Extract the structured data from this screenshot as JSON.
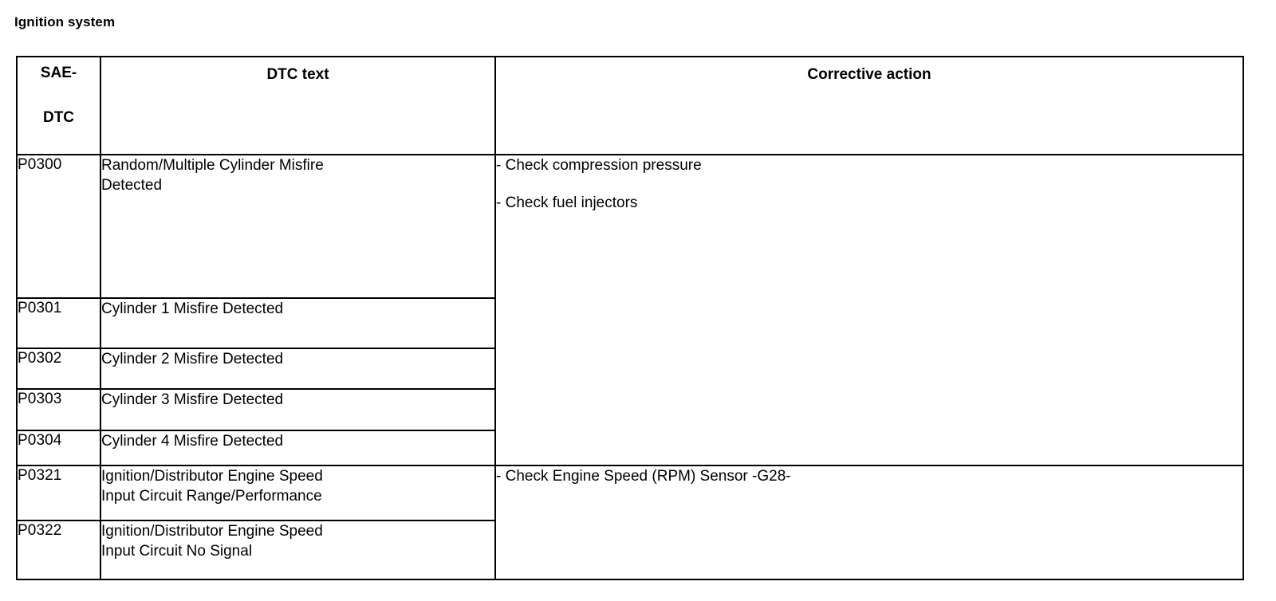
{
  "page": {
    "title": "Ignition system"
  },
  "table": {
    "headers": {
      "sae_dtc_line1": "SAE-",
      "sae_dtc_line2": "DTC",
      "dtc_text": "DTC text",
      "corrective_action": "Corrective action"
    },
    "rows": [
      {
        "code": "P0300",
        "dtc_text_line1": "Random/Multiple Cylinder Misfire",
        "dtc_text_line2": "Detected"
      },
      {
        "code": "P0301",
        "dtc_text_line1": "Cylinder 1 Misfire Detected",
        "dtc_text_line2": ""
      },
      {
        "code": "P0302",
        "dtc_text_line1": "Cylinder 2 Misfire Detected",
        "dtc_text_line2": ""
      },
      {
        "code": "P0303",
        "dtc_text_line1": "Cylinder 3 Misfire Detected",
        "dtc_text_line2": ""
      },
      {
        "code": "P0304",
        "dtc_text_line1": "Cylinder 4 Misfire Detected",
        "dtc_text_line2": ""
      },
      {
        "code": "P0321",
        "dtc_text_line1": "Ignition/Distributor Engine Speed",
        "dtc_text_line2": "Input Circuit Range/Performance"
      },
      {
        "code": "P0322",
        "dtc_text_line1": "Ignition/Distributor Engine Speed",
        "dtc_text_line2": "Input Circuit No Signal"
      }
    ],
    "corrective_actions": [
      {
        "text": "- Check compression pressure"
      },
      {
        "text": "- Check fuel injectors"
      },
      {
        "text": "- Check Engine Speed (RPM) Sensor -G28-"
      }
    ]
  },
  "colors": {
    "border": "#000000",
    "text": "#000000",
    "background": "#ffffff"
  }
}
